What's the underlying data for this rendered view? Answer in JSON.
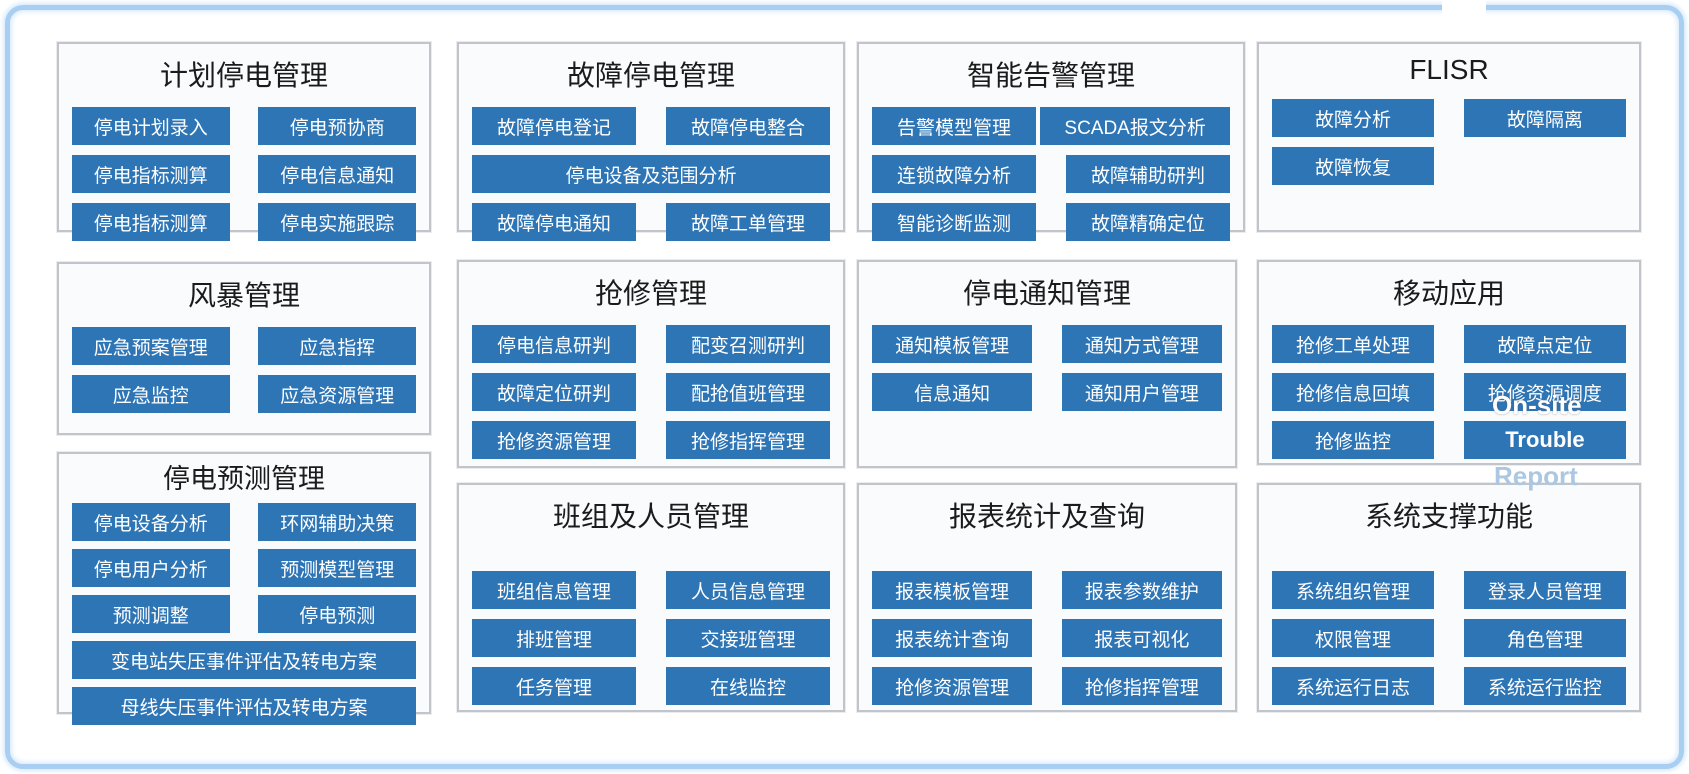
{
  "frame": {
    "border_color": "#a8cff1"
  },
  "colors": {
    "button_bg": "#2e75b6",
    "button_text": "#ffffff",
    "panel_bg": "#fafbfc",
    "panel_border": "#c1c5c9",
    "title_text": "#1b1b1b"
  },
  "overlays": {
    "on_site": "On-site",
    "report": "Report"
  },
  "panels": [
    {
      "name": "planned-outage-mgmt",
      "title": "计划停电管理",
      "buttons": [
        {
          "name": "outage-plan-entry-button",
          "label": "停电计划录入"
        },
        {
          "name": "outage-pre-negotiation-button",
          "label": "停电预协商"
        },
        {
          "name": "outage-index-calc-button",
          "label": "停电指标测算"
        },
        {
          "name": "outage-info-notify-button",
          "label": "停电信息通知"
        },
        {
          "name": "outage-index-calc-2-button",
          "label": "停电指标测算"
        },
        {
          "name": "outage-impl-tracking-button",
          "label": "停电实施跟踪"
        }
      ]
    },
    {
      "name": "fault-outage-mgmt",
      "title": "故障停电管理",
      "buttons": [
        {
          "name": "fault-outage-register-button",
          "label": "故障停电登记"
        },
        {
          "name": "fault-outage-merge-button",
          "label": "故障停电整合"
        },
        {
          "name": "outage-equipment-scope-analysis-button",
          "label": "停电设备及范围分析",
          "size": "full"
        },
        {
          "name": "fault-outage-notify-button",
          "label": "故障停电通知"
        },
        {
          "name": "fault-workorder-mgmt-button",
          "label": "故障工单管理"
        }
      ]
    },
    {
      "name": "smart-alarm-mgmt",
      "title": "智能告警管理",
      "buttons": [
        {
          "name": "alarm-model-mgmt-button",
          "label": "告警模型管理"
        },
        {
          "name": "scada-message-analysis-button",
          "label": "SCADA报文分析",
          "size": "lg"
        },
        {
          "name": "cascading-fault-analysis-button",
          "label": "连锁故障分析"
        },
        {
          "name": "fault-assist-judgment-button",
          "label": "故障辅助研判"
        },
        {
          "name": "smart-diagnosis-monitoring-button",
          "label": "智能诊断监测"
        },
        {
          "name": "fault-precise-location-button",
          "label": "故障精确定位"
        }
      ]
    },
    {
      "name": "flisr",
      "title": "FLISR",
      "buttons": [
        {
          "name": "fault-analysis-button",
          "label": "故障分析"
        },
        {
          "name": "fault-isolation-button",
          "label": "故障隔离"
        },
        {
          "name": "fault-recovery-button",
          "label": "故障恢复"
        }
      ]
    },
    {
      "name": "storm-mgmt",
      "title": "风暴管理",
      "buttons": [
        {
          "name": "emergency-plan-mgmt-button",
          "label": "应急预案管理"
        },
        {
          "name": "emergency-command-button",
          "label": "应急指挥"
        },
        {
          "name": "emergency-monitoring-button",
          "label": "应急监控"
        },
        {
          "name": "emergency-resource-mgmt-button",
          "label": "应急资源管理"
        }
      ]
    },
    {
      "name": "repair-mgmt",
      "title": "抢修管理",
      "buttons": [
        {
          "name": "outage-info-judgment-button",
          "label": "停电信息研判"
        },
        {
          "name": "transformer-call-test-judgment-button",
          "label": "配变召测研判"
        },
        {
          "name": "fault-location-judgment-button",
          "label": "故障定位研判"
        },
        {
          "name": "repair-duty-mgmt-button",
          "label": "配抢值班管理"
        },
        {
          "name": "repair-resource-mgmt-button",
          "label": "抢修资源管理"
        },
        {
          "name": "repair-command-mgmt-button",
          "label": "抢修指挥管理"
        }
      ]
    },
    {
      "name": "outage-notice-mgmt",
      "title": "停电通知管理",
      "buttons": [
        {
          "name": "notice-template-mgmt-button",
          "label": "通知模板管理"
        },
        {
          "name": "notice-method-mgmt-button",
          "label": "通知方式管理"
        },
        {
          "name": "info-notify-button",
          "label": "信息通知"
        },
        {
          "name": "notice-user-mgmt-button",
          "label": "通知用户管理"
        }
      ]
    },
    {
      "name": "mobile-app",
      "title": "移动应用",
      "buttons": [
        {
          "name": "repair-workorder-handling-button",
          "label": "抢修工单处理"
        },
        {
          "name": "fault-point-location-button",
          "label": "故障点定位"
        },
        {
          "name": "repair-info-backfill-button",
          "label": "抢修信息回填"
        },
        {
          "name": "repair-resource-dispatch-button",
          "label": "抢修资源调度"
        },
        {
          "name": "repair-monitoring-button",
          "label": "抢修监控"
        },
        {
          "name": "trouble-button",
          "label": "Trouble"
        }
      ]
    },
    {
      "name": "outage-forecast-mgmt",
      "title": "停电预测管理",
      "buttons": [
        {
          "name": "outage-equipment-analysis-button",
          "label": "停电设备分析"
        },
        {
          "name": "ring-network-assist-decision-button",
          "label": "环网辅助决策"
        },
        {
          "name": "outage-user-analysis-button",
          "label": "停电用户分析"
        },
        {
          "name": "forecast-model-mgmt-button",
          "label": "预测模型管理"
        },
        {
          "name": "forecast-adjustment-button",
          "label": "预测调整"
        },
        {
          "name": "outage-forecast-button",
          "label": "停电预测"
        },
        {
          "name": "substation-voltage-loss-eval-button",
          "label": "变电站失压事件评估及转电方案",
          "size": "full"
        },
        {
          "name": "busbar-voltage-loss-eval-button",
          "label": "母线失压事件评估及转电方案",
          "size": "full"
        }
      ]
    },
    {
      "name": "team-personnel-mgmt",
      "title": "班组及人员管理",
      "buttons": [
        {
          "name": "team-info-mgmt-button",
          "label": "班组信息管理"
        },
        {
          "name": "personnel-info-mgmt-button",
          "label": "人员信息管理"
        },
        {
          "name": "shift-mgmt-button",
          "label": "排班管理"
        },
        {
          "name": "shift-handover-mgmt-button",
          "label": "交接班管理"
        },
        {
          "name": "task-mgmt-button",
          "label": "任务管理"
        },
        {
          "name": "online-monitoring-button",
          "label": "在线监控"
        }
      ]
    },
    {
      "name": "report-stats-query",
      "title": "报表统计及查询",
      "buttons": [
        {
          "name": "report-template-mgmt-button",
          "label": "报表模板管理"
        },
        {
          "name": "report-param-maintain-button",
          "label": "报表参数维护"
        },
        {
          "name": "report-stats-query-button",
          "label": "报表统计查询"
        },
        {
          "name": "report-visualization-button",
          "label": "报表可视化"
        },
        {
          "name": "repair-resource-mgmt-2-button",
          "label": "抢修资源管理"
        },
        {
          "name": "repair-command-mgmt-2-button",
          "label": "抢修指挥管理"
        }
      ]
    },
    {
      "name": "system-support",
      "title": "系统支撑功能",
      "buttons": [
        {
          "name": "system-org-mgmt-button",
          "label": "系统组织管理"
        },
        {
          "name": "login-user-mgmt-button",
          "label": "登录人员管理"
        },
        {
          "name": "permission-mgmt-button",
          "label": "权限管理"
        },
        {
          "name": "role-mgmt-button",
          "label": "角色管理"
        },
        {
          "name": "system-run-log-button",
          "label": "系统运行日志"
        },
        {
          "name": "system-run-monitoring-button",
          "label": "系统运行监控"
        }
      ]
    }
  ]
}
